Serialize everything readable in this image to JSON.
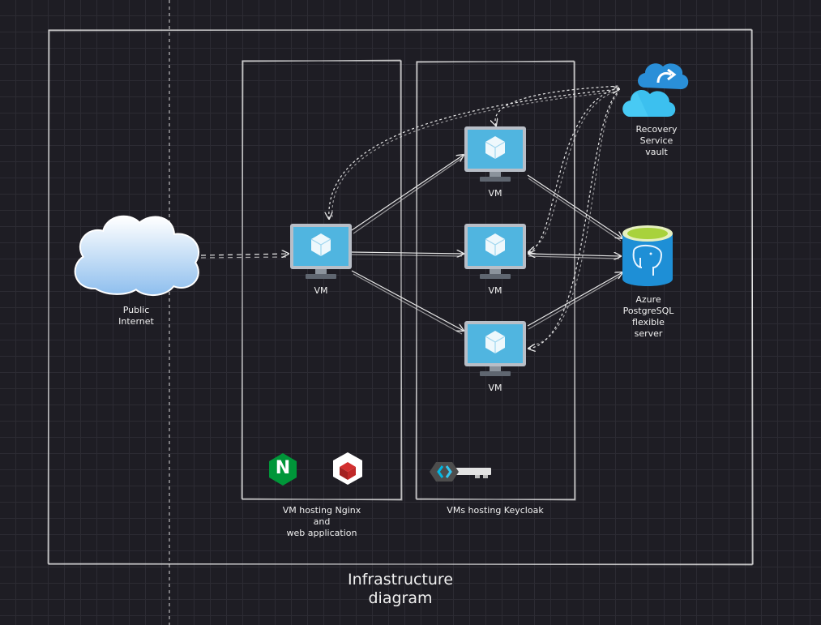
{
  "diagram": {
    "title_line1": "Infrastructure",
    "title_line2": "diagram",
    "internet": {
      "line1": "Public",
      "line2": "Internet"
    },
    "nginx_group": {
      "line1": "VM hosting Nginx",
      "line2": "and",
      "line3": "web application"
    },
    "keycloak_group": {
      "label": "VMs hosting Keycloak"
    },
    "vm_nginx": {
      "label": "VM"
    },
    "vm_keycloak_1": {
      "label": "VM"
    },
    "vm_keycloak_2": {
      "label": "VM"
    },
    "vm_keycloak_3": {
      "label": "VM"
    },
    "recovery_vault": {
      "line1": "Recovery",
      "line2": "Service",
      "line3": "vault"
    },
    "postgres": {
      "line1": "Azure",
      "line2": "PostgreSQL",
      "line3": "flexible",
      "line4": "server"
    },
    "nginx_logo": {
      "letter": "N"
    }
  },
  "colors": {
    "background": "#1e1d24",
    "stroke": "#e8e8e8",
    "vm_screen": "#50b5e0",
    "cloud": "#c8dff5",
    "nginx": "#009639",
    "postgres_cylinder": "#1e8fd6",
    "postgres_top": "#a8d23c",
    "vault_blue": "#2a8fd8"
  }
}
